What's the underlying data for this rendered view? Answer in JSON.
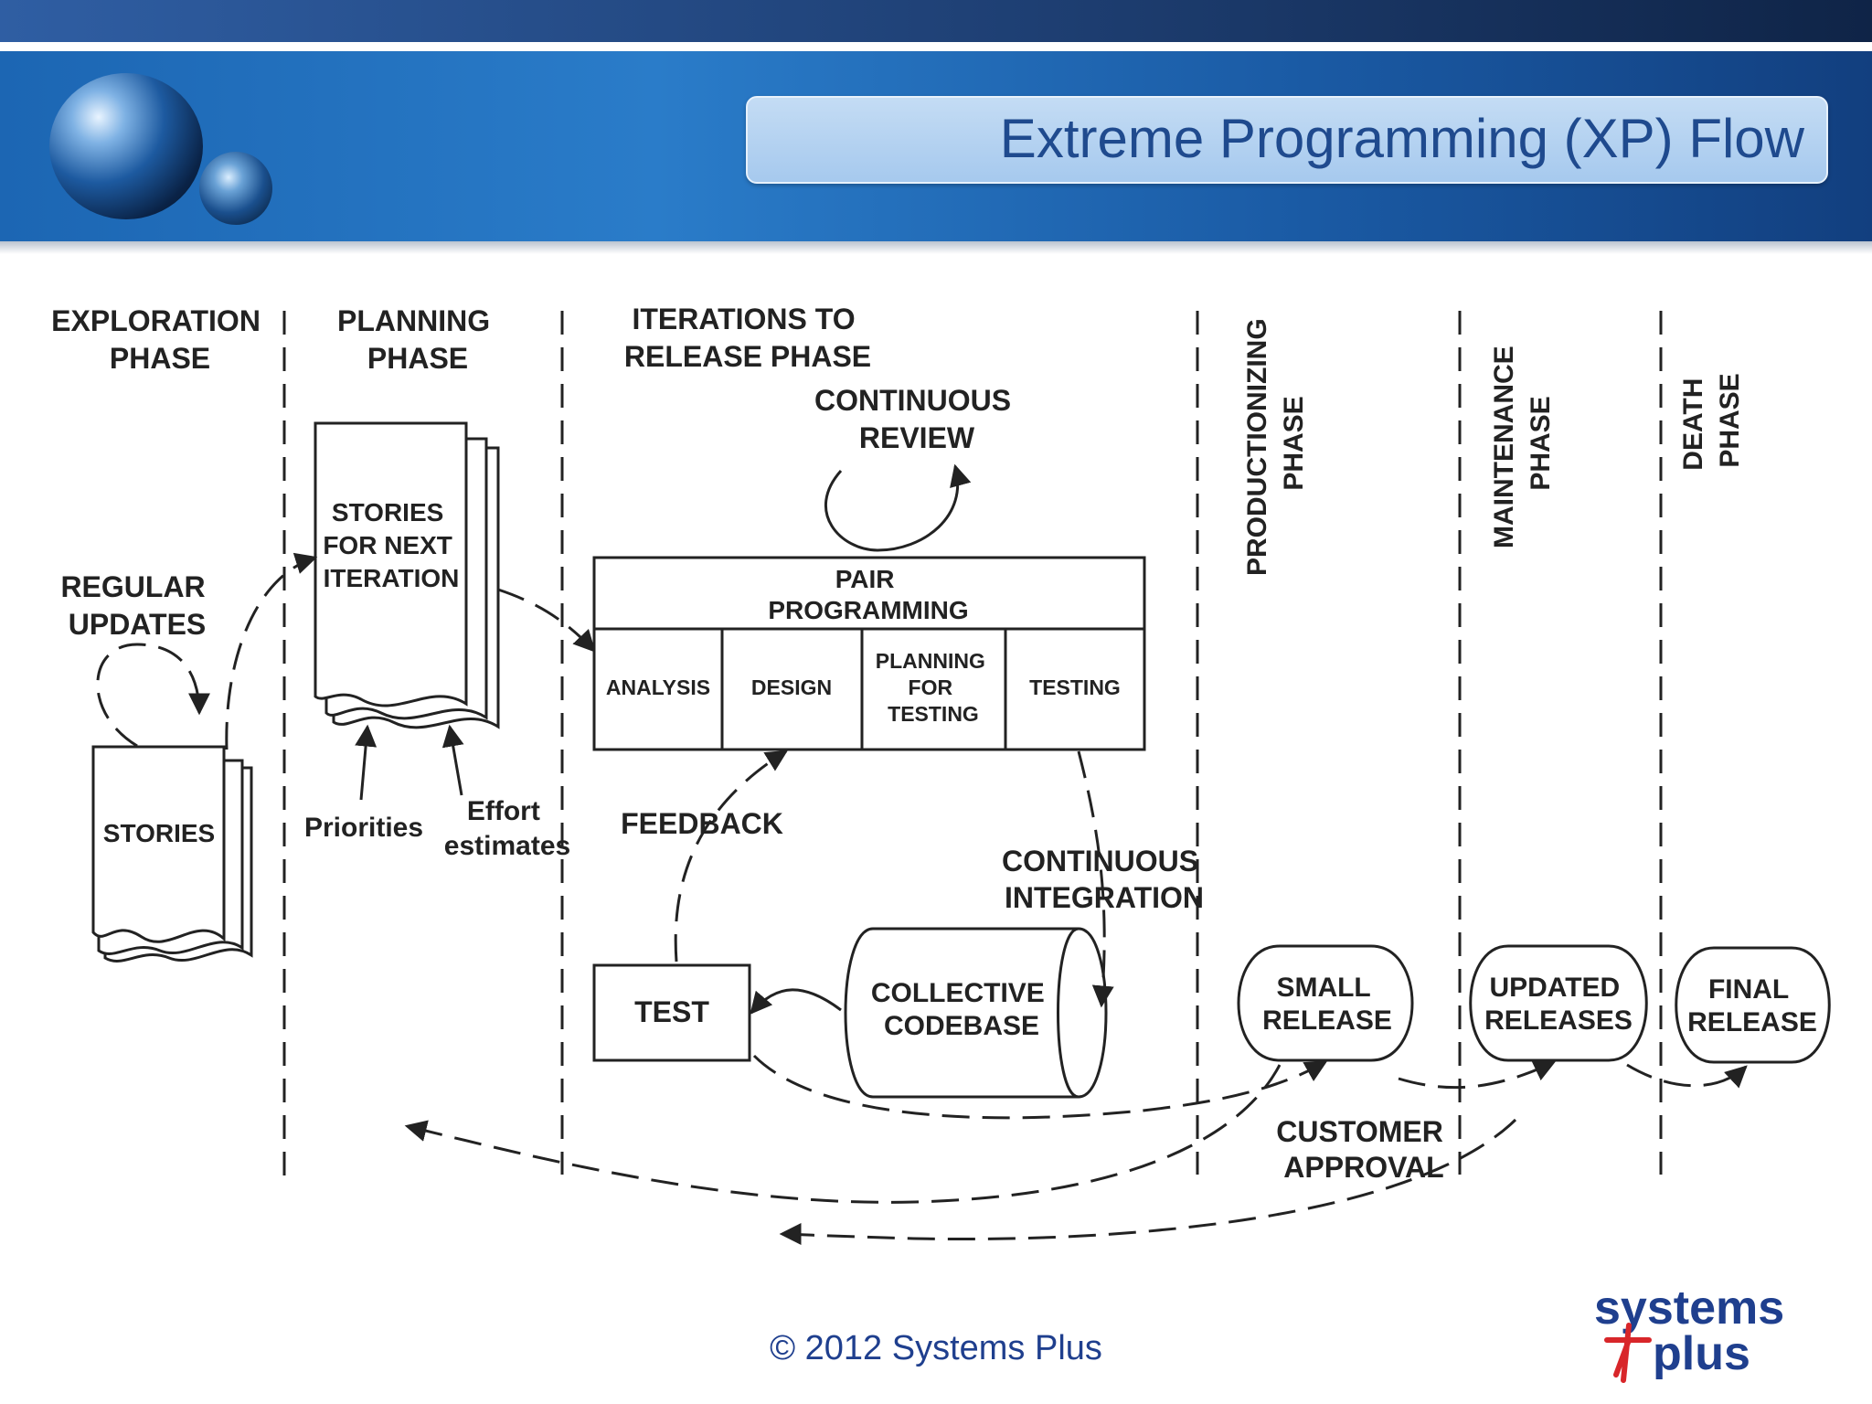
{
  "title": "Extreme Programming (XP) Flow",
  "footer": "© 2012 Systems Plus",
  "logo": {
    "line1": "systems",
    "line2": "plus"
  },
  "phases": {
    "exploration": [
      "EXPLORATION",
      "PHASE"
    ],
    "planning": [
      "PLANNING",
      "PHASE"
    ],
    "iterations": [
      "ITERATIONS TO",
      "RELEASE PHASE"
    ],
    "productionizing": [
      "PRODUCTIONIZING",
      "PHASE"
    ],
    "maintenance": [
      "MAINTENANCE",
      "PHASE"
    ],
    "death": [
      "DEATH",
      "PHASE"
    ]
  },
  "labels": {
    "regular_updates": [
      "REGULAR",
      "UPDATES"
    ],
    "stories": "STORIES",
    "stories_next": [
      "STORIES",
      "FOR NEXT",
      "ITERATION"
    ],
    "priorities": "Priorities",
    "effort": [
      "Effort",
      "estimates"
    ],
    "continuous_review": [
      "CONTINUOUS",
      "REVIEW"
    ],
    "pair_programming": [
      "PAIR",
      "PROGRAMMING"
    ],
    "analysis": "ANALYSIS",
    "design": "DESIGN",
    "planning_testing": [
      "PLANNING",
      "FOR",
      "TESTING"
    ],
    "testing": "TESTING",
    "feedback": "FEEDBACK",
    "continuous_integration": [
      "CONTINUOUS",
      "INTEGRATION"
    ],
    "test": "TEST",
    "collective_codebase": [
      "COLLECTIVE",
      "CODEBASE"
    ],
    "small_release": [
      "SMALL",
      "RELEASE"
    ],
    "updated_releases": [
      "UPDATED",
      "RELEASES"
    ],
    "final_release": [
      "FINAL",
      "RELEASE"
    ],
    "customer_approval": [
      "CUSTOMER",
      "APPROVAL"
    ]
  }
}
